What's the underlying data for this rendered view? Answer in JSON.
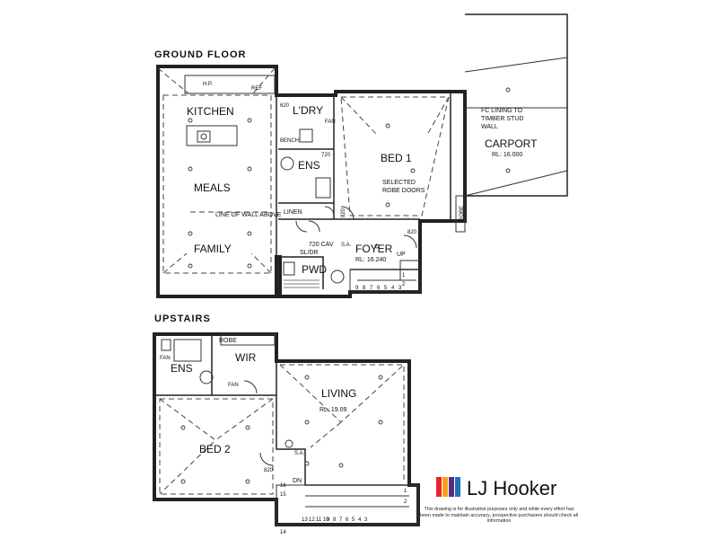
{
  "sections": {
    "ground": "GROUND FLOOR",
    "upstairs": "UPSTAIRS"
  },
  "rooms": {
    "kitchen": "KITCHEN",
    "laundry": "L'DRY",
    "meals": "MEALS",
    "family": "FAMILY",
    "ensuite": "ENS",
    "bed1": "BED 1",
    "foyer": "FOYER",
    "powder": "PWD",
    "carport": "CARPORT",
    "ensuite2": "ENS",
    "wir": "WIR",
    "living": "LIVING",
    "bed2": "BED 2",
    "robe_up": "ROBE",
    "linen": "LINEN"
  },
  "notes": {
    "line_of_wall": "LINE OF WALL ABOVE",
    "robe_doors_1": "SELECTED",
    "robe_doors_2": "ROBE DOORS",
    "fc_1": "FC LINING TO",
    "fc_2": "TIMBER STUD",
    "fc_3": "WALL",
    "carport_rl": "RL: 16.000",
    "foyer_rl": "RL: 16.240",
    "living_rl": "RL: 19.09",
    "cav": "720 CAV",
    "sldr": "SL/DR",
    "sa": "S.A.",
    "sa2": "S.A.",
    "up": "UP",
    "dn": "DN",
    "robe_side": "ROBE",
    "fan": "FAN",
    "fan2": "FAN",
    "fan3": "FAN",
    "bench": "BENCH",
    "ref": "REF",
    "hp": "H.P.",
    "door_820": "820",
    "door_720": "720",
    "door_620": "620"
  },
  "stairs_ground": [
    "9",
    "8",
    "7",
    "6",
    "5",
    "4",
    "3",
    "2",
    "1"
  ],
  "stairs_upper": [
    "13",
    "12",
    "11",
    "10",
    "9",
    "8",
    "7",
    "6",
    "5",
    "4",
    "3",
    "2",
    "1"
  ],
  "stairs_upper_side": [
    "16",
    "15",
    "14"
  ],
  "brand": {
    "name": "LJ Hooker",
    "colors": [
      "#e8232a",
      "#f6a21a",
      "#5a2a82",
      "#1d75b3"
    ]
  },
  "disclaimer": "This drawing is for illustrative purposes only and while every effort has been made to maintain accuracy, prospective purchasers should check all information"
}
